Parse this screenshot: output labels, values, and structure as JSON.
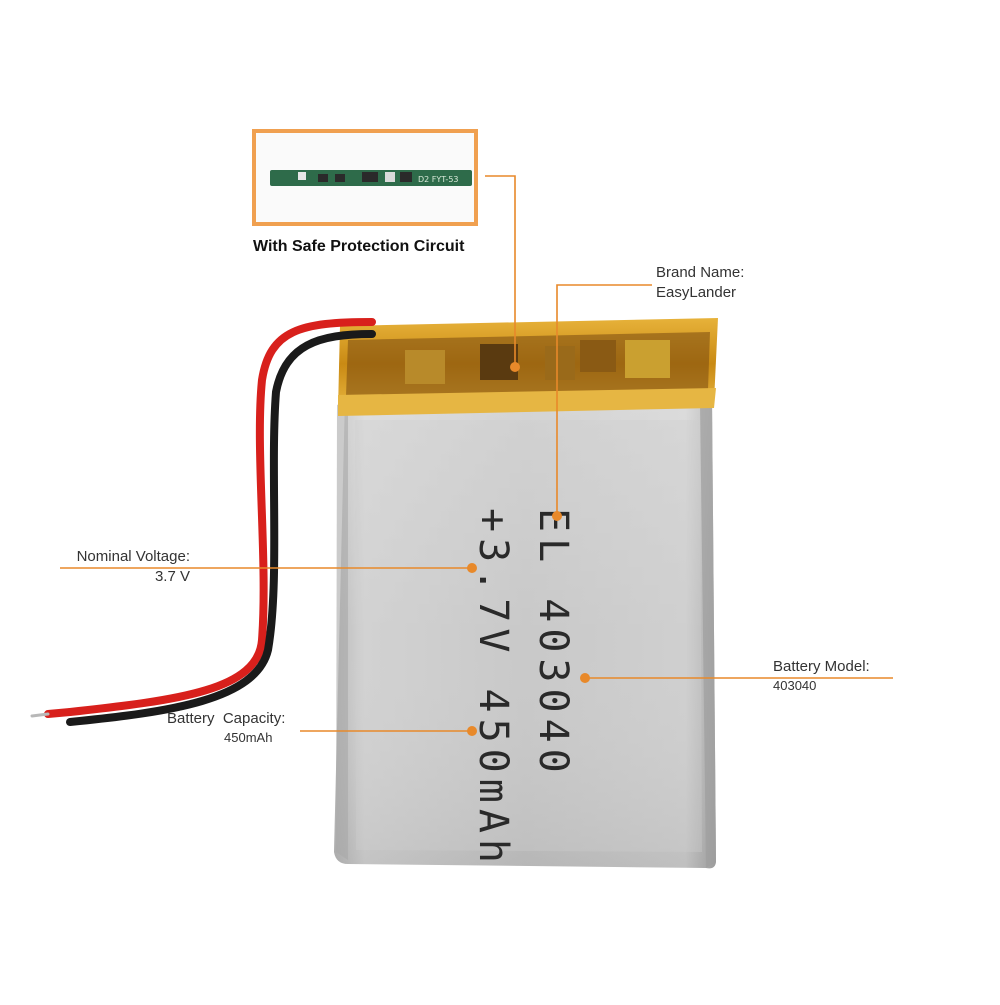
{
  "product": {
    "printed_line_1": "EL  403040",
    "printed_line_2": "+3.7V 450mAh"
  },
  "pcb_inset": {
    "caption": "With Safe Protection Circuit",
    "board_marking": "D2 FYT-53"
  },
  "callouts": {
    "brand": {
      "title": "Brand Name:",
      "value": "EasyLander"
    },
    "voltage": {
      "title": "Nominal Voltage:",
      "value": "3.7 V"
    },
    "model": {
      "title": "Battery Model:",
      "value": "403040"
    },
    "capacity": {
      "title": "Battery  Capacity:",
      "value": "450mAh"
    }
  },
  "colors": {
    "callout_line": "#e8892a",
    "inset_border": "#f0a050",
    "pouch": "#c9c9c9",
    "kapton": "#d69a1a",
    "wire_red": "#d8201c",
    "wire_black": "#1a1a1a",
    "pcb_green": "#2e6b4a"
  }
}
